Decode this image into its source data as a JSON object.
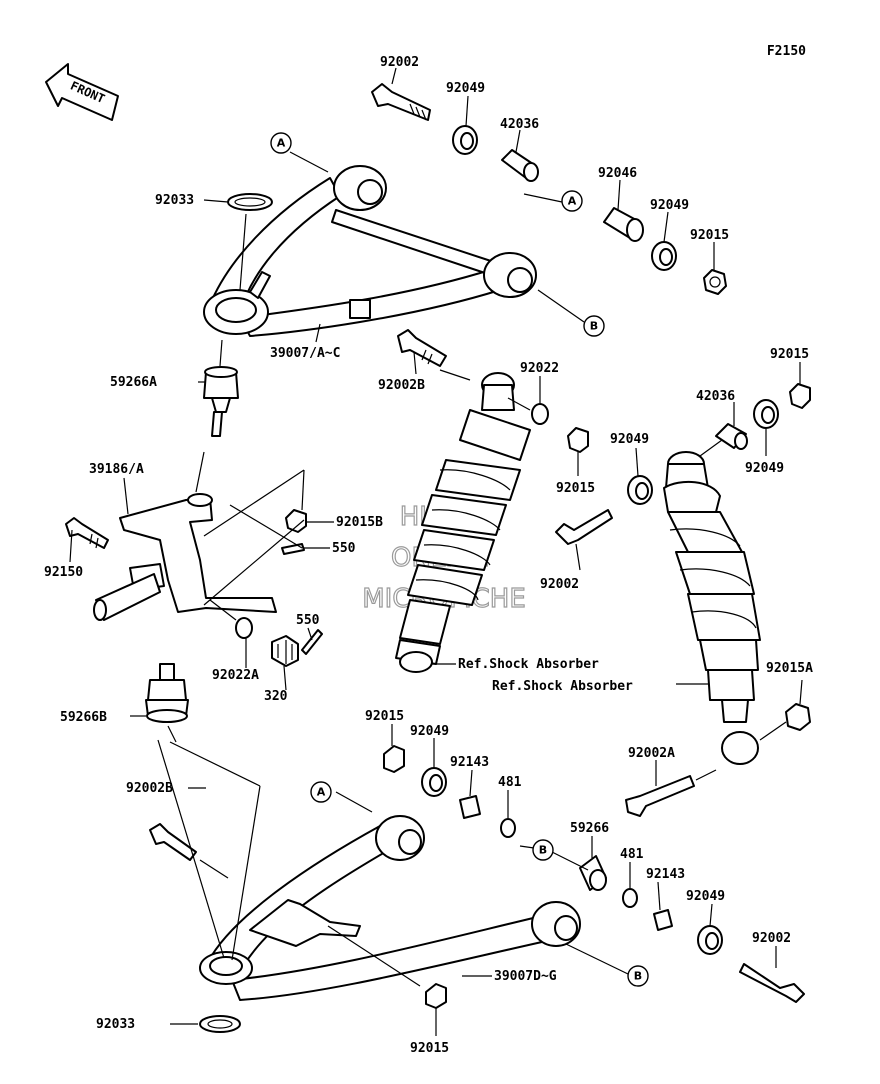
{
  "figure_code": "F2150",
  "front_arrow_text": "FRONT",
  "watermark": [
    "HLSM'S",
    "ONLINE",
    "MICROFICHE"
  ],
  "parts": [
    {
      "id": "92002_top",
      "label": "92002"
    },
    {
      "id": "92049_top",
      "label": "92049"
    },
    {
      "id": "42036_top",
      "label": "42036"
    },
    {
      "id": "92046",
      "label": "92046"
    },
    {
      "id": "92049_top2",
      "label": "92049"
    },
    {
      "id": "92015_top",
      "label": "92015"
    },
    {
      "id": "92033_top",
      "label": "92033"
    },
    {
      "id": "39007_upper",
      "label": "39007/A~C"
    },
    {
      "id": "92002B_top",
      "label": "92002B"
    },
    {
      "id": "92022",
      "label": "92022"
    },
    {
      "id": "92015_right_top",
      "label": "92015"
    },
    {
      "id": "42036_right",
      "label": "42036"
    },
    {
      "id": "92049_right",
      "label": "92049"
    },
    {
      "id": "92049_mid",
      "label": "92049"
    },
    {
      "id": "92015_mid",
      "label": "92015"
    },
    {
      "id": "59266A",
      "label": "59266A"
    },
    {
      "id": "39186",
      "label": "39186/A"
    },
    {
      "id": "92015B",
      "label": "92015B"
    },
    {
      "id": "550_a",
      "label": "550"
    },
    {
      "id": "92150",
      "label": "92150"
    },
    {
      "id": "92002_mid",
      "label": "92002"
    },
    {
      "id": "550_b",
      "label": "550"
    },
    {
      "id": "92022A",
      "label": "92022A"
    },
    {
      "id": "320",
      "label": "320"
    },
    {
      "id": "59266B",
      "label": "59266B"
    },
    {
      "id": "92015A",
      "label": "92015A"
    },
    {
      "id": "92015_low",
      "label": "92015"
    },
    {
      "id": "92049_low",
      "label": "92049"
    },
    {
      "id": "92143_a",
      "label": "92143"
    },
    {
      "id": "481_a",
      "label": "481"
    },
    {
      "id": "92002A",
      "label": "92002A"
    },
    {
      "id": "92002B_low",
      "label": "92002B"
    },
    {
      "id": "59266",
      "label": "59266"
    },
    {
      "id": "481_b",
      "label": "481"
    },
    {
      "id": "92143_b",
      "label": "92143"
    },
    {
      "id": "92049_low2",
      "label": "92049"
    },
    {
      "id": "92002_low",
      "label": "92002"
    },
    {
      "id": "39007_lower",
      "label": "39007D~G"
    },
    {
      "id": "92033_low",
      "label": "92033"
    },
    {
      "id": "92015_bottom",
      "label": "92015"
    }
  ],
  "references": [
    "Ref.Shock Absorber",
    "Ref.Shock Absorber"
  ],
  "callouts": [
    "A",
    "A",
    "B",
    "A",
    "B",
    "B"
  ]
}
